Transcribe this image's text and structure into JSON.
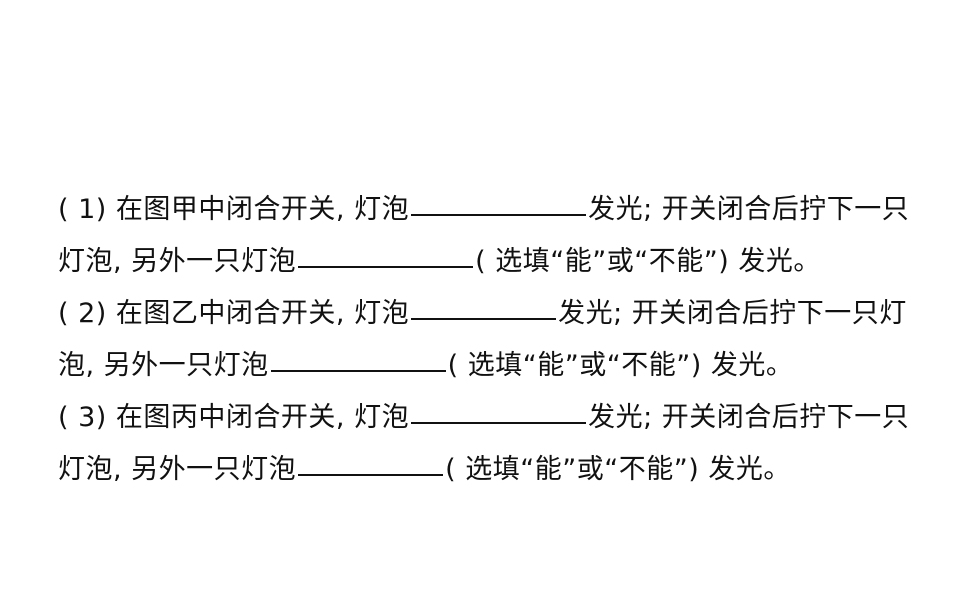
{
  "questions": [
    {
      "line1_prefix": "( 1) 在图甲中闭合开关, 灯泡",
      "line1_suffix": "发光; 开关闭合后拧下一只",
      "line2_prefix": "灯泡, 另外一只灯泡",
      "line2_suffix": "( 选填“能”或“不能”) 发光。"
    },
    {
      "line1_prefix": "( 2) 在图乙中闭合开关, 灯泡",
      "line1_suffix": "发光; 开关闭合后拧下一只灯",
      "line2_prefix": "泡, 另外一只灯泡",
      "line2_suffix": "( 选填“能”或“不能”) 发光。"
    },
    {
      "line1_prefix": "( 3) 在图丙中闭合开关, 灯泡",
      "line1_suffix": "发光; 开关闭合后拧下一只",
      "line2_prefix": "灯泡, 另外一只灯泡",
      "line2_suffix": "( 选填“能”或“不能”) 发光。"
    }
  ]
}
